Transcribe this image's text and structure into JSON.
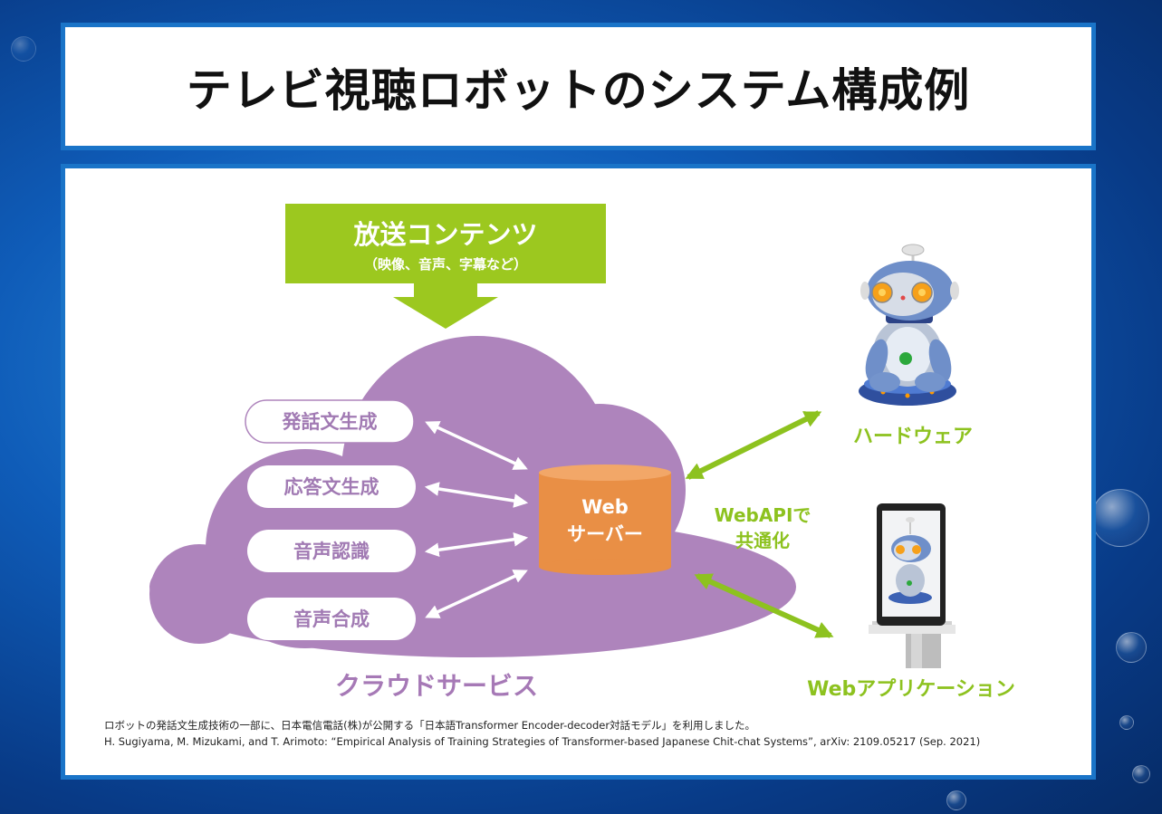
{
  "title": "テレビ視聴ロボットのシステム構成例",
  "broadcast": {
    "title": "放送コンテンツ",
    "subtitle": "（映像、音声、字幕など）"
  },
  "cloud": {
    "label": "クラウドサービス",
    "modules": [
      "発話文生成",
      "応答文生成",
      "音声認識",
      "音声合成"
    ]
  },
  "server": {
    "line1": "Web",
    "line2": "サーバー"
  },
  "api": {
    "line1": "WebAPIで",
    "line2": "共通化"
  },
  "hardware_label": "ハードウェア",
  "webapp_label": "Webアプリケーション",
  "footnotes": [
    "ロボットの発話文生成技術の一部に、日本電信電話(株)が公開する「日本語Transformer Encoder-decoder対話モデル」を利用しました。",
    "H. Sugiyama, M. Mizukami, and T. Arimoto: “Empirical Analysis of Training Strategies of Transformer-based Japanese Chit-chat Systems”, arXiv: 2109.05217 (Sep. 2021)"
  ],
  "colors": {
    "green": "#8dc21f",
    "purple": "#ad82bb",
    "orange": "#e98f45",
    "blue_frame": "#1a74c8"
  }
}
